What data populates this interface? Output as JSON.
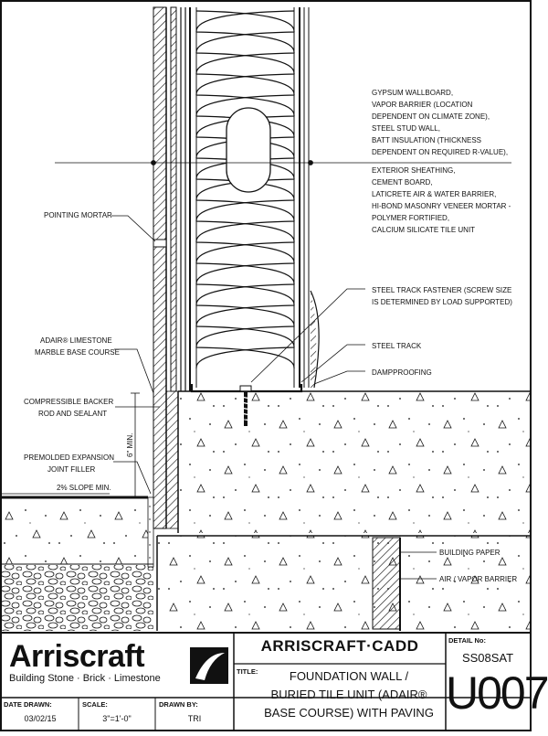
{
  "callouts_right": {
    "wall_layers": [
      "GYPSUM WALLBOARD,",
      "VAPOR BARRIER (LOCATION",
      "DEPENDENT ON CLIMATE ZONE),",
      "STEEL STUD WALL,",
      "BATT INSULATION (THICKNESS",
      "DEPENDENT ON REQUIRED R-VALUE),",
      "EXTERIOR SHEATHING,",
      "CEMENT BOARD,",
      "LATICRETE AIR & WATER BARRIER,",
      "HI-BOND MASONRY VENEER MORTAR -",
      "POLYMER FORTIFIED,",
      "CALCIUM SILICATE TILE UNIT"
    ],
    "fastener": [
      "STEEL TRACK FASTENER (SCREW SIZE",
      "IS DETERMINED BY LOAD SUPPORTED)"
    ],
    "steel_track": "STEEL TRACK",
    "dampproofing": "DAMPPROOFING",
    "building_paper": "BUILDING PAPER",
    "air_vapor_barrier": "AIR / VAPOR BARRIER"
  },
  "callouts_left": {
    "pointing_mortar": "POINTING MORTAR",
    "base_course": [
      "ADAIR® LIMESTONE",
      "MARBLE BASE COURSE"
    ],
    "backer_rod": [
      "COMPRESSIBLE BACKER",
      "ROD AND SEALANT"
    ],
    "expansion_joint": [
      "PREMOLDED EXPANSION",
      "JOINT FILLER"
    ],
    "slope": "2% SLOPE MIN.",
    "dimension": "6\" MIN."
  },
  "title_block": {
    "brand": "Arriscraft",
    "tagline": "Building Stone · Brick · Limestone",
    "cadd_title": "ARRISCRAFT·CADD",
    "title_label": "TITLE:",
    "title_lines": [
      "FOUNDATION WALL /",
      "BURIED TILE UNIT (ADAIR®",
      "BASE COURSE) WITH PAVING"
    ],
    "detail_label": "DETAIL No:",
    "detail_code": "SS08SAT",
    "detail_number": "U007",
    "date_label": "DATE DRAWN:",
    "date_value": "03/02/15",
    "scale_label": "SCALE:",
    "scale_value": "3\"=1'-0\"",
    "drawn_by_label": "DRAWN BY:",
    "drawn_by_value": "TRI"
  },
  "colors": {
    "ink": "#111111",
    "paper": "#ffffff"
  }
}
